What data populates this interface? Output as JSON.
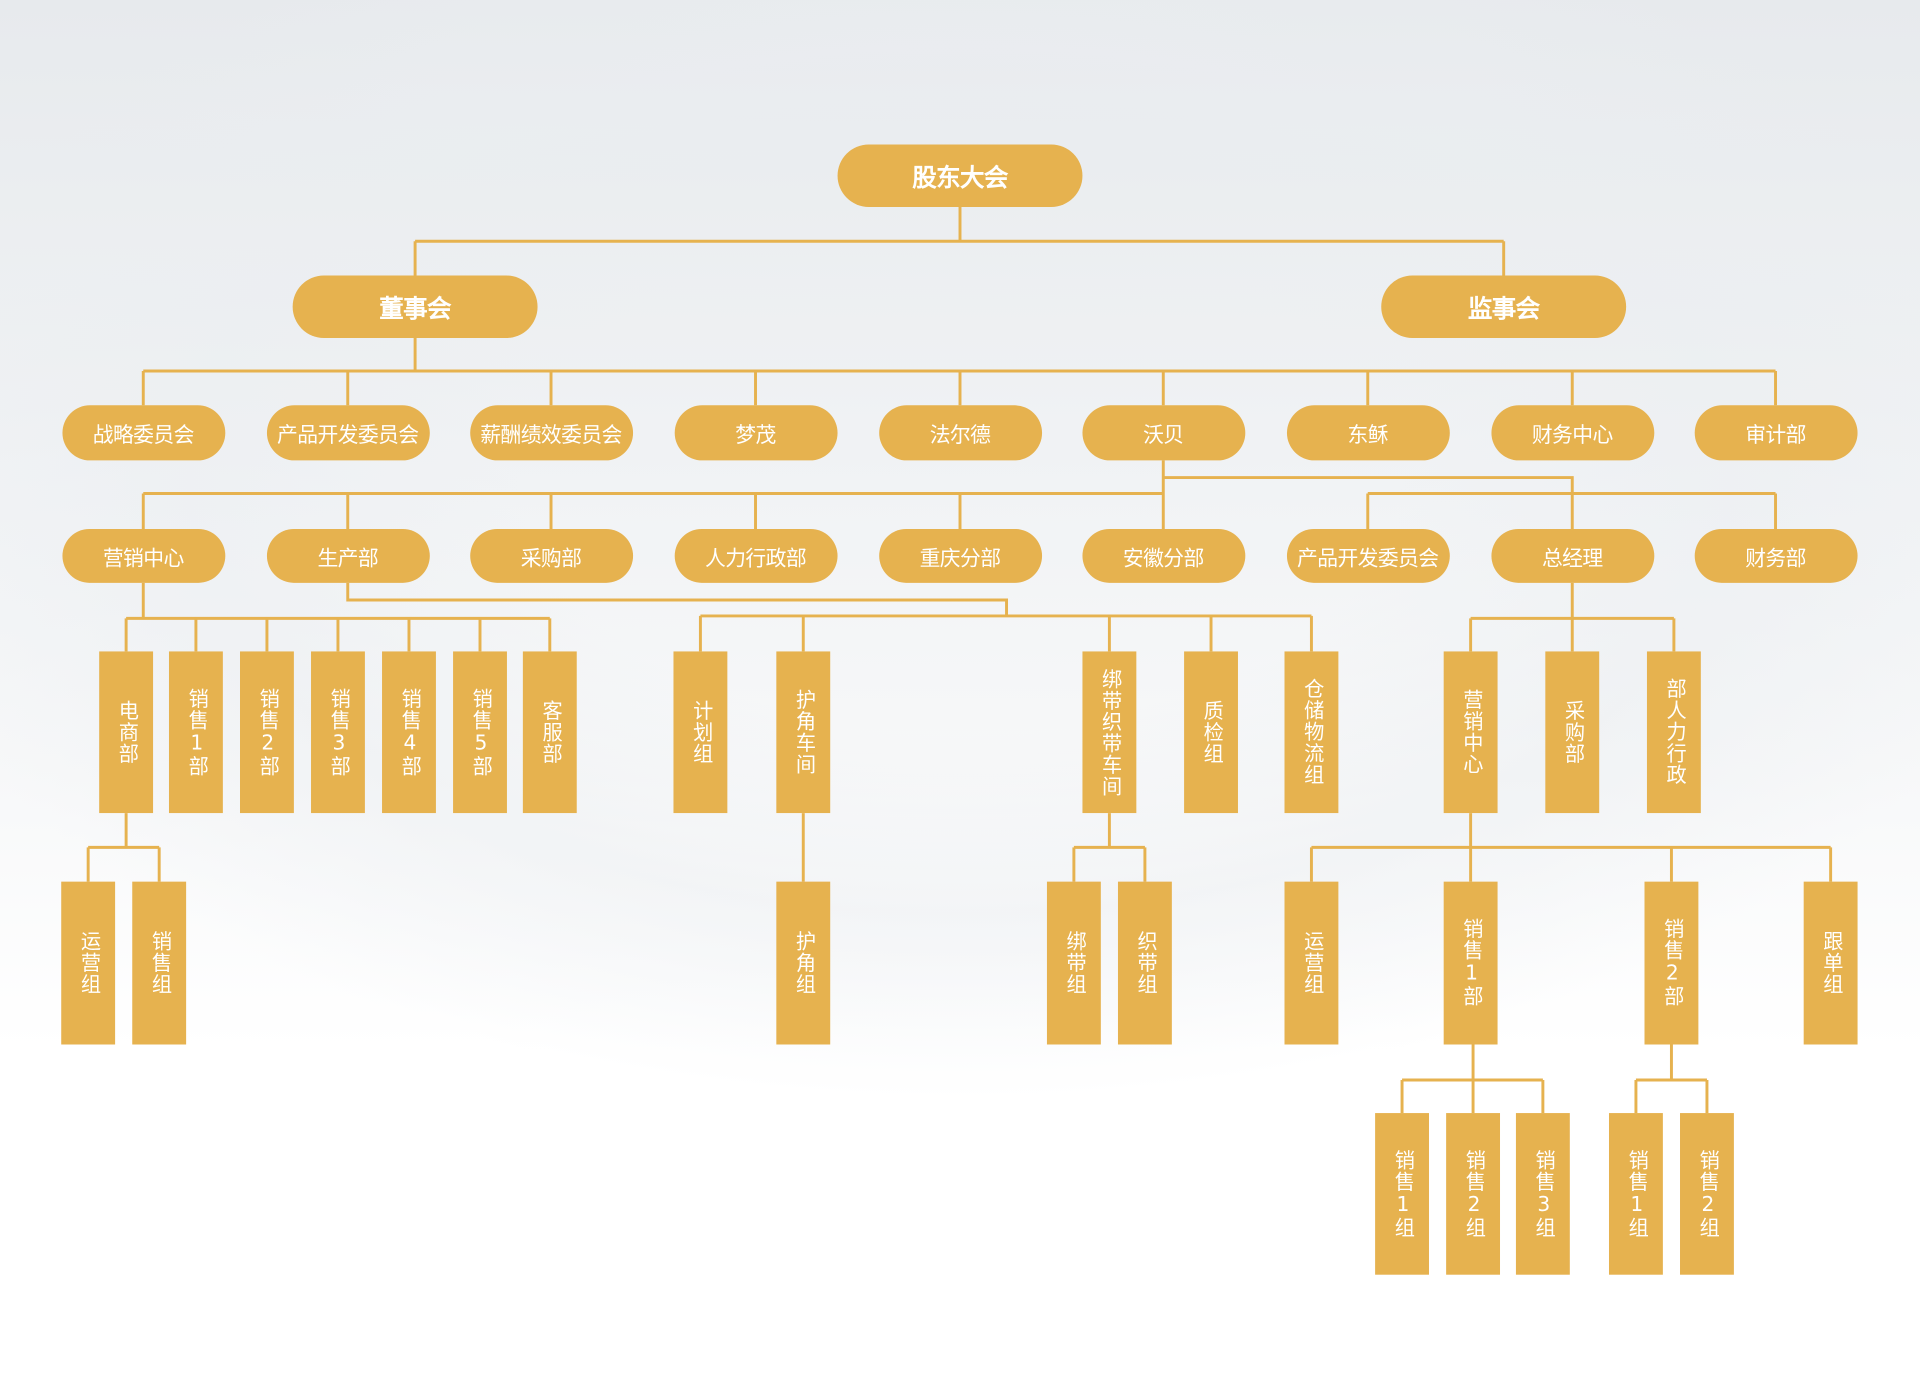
{
  "title": "股东大会",
  "level1": {
    "board": "董事会",
    "supervisors": "监事会"
  },
  "row1": [
    "战略委员会",
    "产品开发委员会",
    "薪酬绩效委员会",
    "梦茂",
    "法尔德",
    "沃贝",
    "东稣",
    "财务中心",
    "审计部"
  ],
  "row2": [
    "营销中心",
    "生产部",
    "采购部",
    "人力行政部",
    "重庆分部",
    "安徽分部",
    "产品开发委员会",
    "总经理",
    "财务部"
  ],
  "row3": {
    "marketing": [
      "电商部",
      "销售1部",
      "销售2部",
      "销售3部",
      "销售4部",
      "销售5部",
      "客服部"
    ],
    "production": [
      "计划组",
      "护角车间",
      "绑带织带车间",
      "质检组",
      "仓储物流组"
    ],
    "gm": [
      "营销中心",
      "采购部",
      "部人力行政"
    ]
  },
  "row4": {
    "ecommerce": [
      "运营组",
      "销售组"
    ],
    "corner_workshop": [
      "护角组"
    ],
    "strap_workshop": [
      "绑带组",
      "织带组"
    ],
    "gm_marketing": [
      "运营组",
      "销售1部",
      "销售2部",
      "跟单组"
    ]
  },
  "row5": {
    "sales1": [
      "销售1组",
      "销售2组",
      "销售3组"
    ],
    "sales2": [
      "销售1组",
      "销售2组"
    ]
  },
  "colors": {
    "node": "#e6b24f",
    "text": "#ffffff"
  }
}
